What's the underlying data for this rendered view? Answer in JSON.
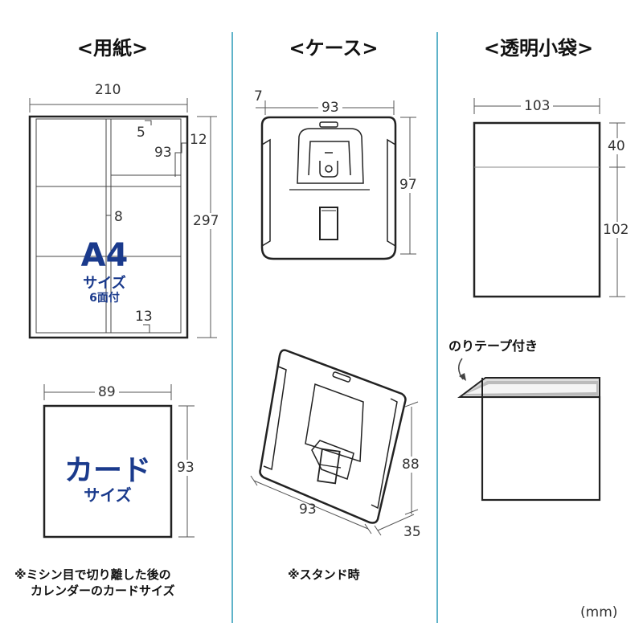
{
  "headers": {
    "paper": "<用紙>",
    "case": "<ケース>",
    "bag": "<透明小袋>"
  },
  "paper": {
    "width": "210",
    "height": "297",
    "margin_top": "5",
    "cell_height": "93",
    "margin_right": "12",
    "gap": "8",
    "margin_bottom": "13",
    "a4_label": "A4",
    "size_label": "サイズ",
    "faces_label": "6面付"
  },
  "card": {
    "width": "89",
    "height": "93",
    "title": "カード",
    "subtitle": "サイズ",
    "note_line1": "※ミシン目で切り離した後の",
    "note_line2": "カレンダーのカードサイズ"
  },
  "case": {
    "thickness": "7",
    "width": "93",
    "height": "97",
    "stand_height": "88",
    "stand_width": "93",
    "stand_depth": "35",
    "stand_note": "※スタンド時"
  },
  "bag": {
    "width": "103",
    "flap": "40",
    "body": "102",
    "tape_label": "のりテープ付き"
  },
  "unit": "(mm)",
  "colors": {
    "separator": "#5fb3c9",
    "label_blue": "#1a3a8c",
    "outline": "#222222"
  }
}
